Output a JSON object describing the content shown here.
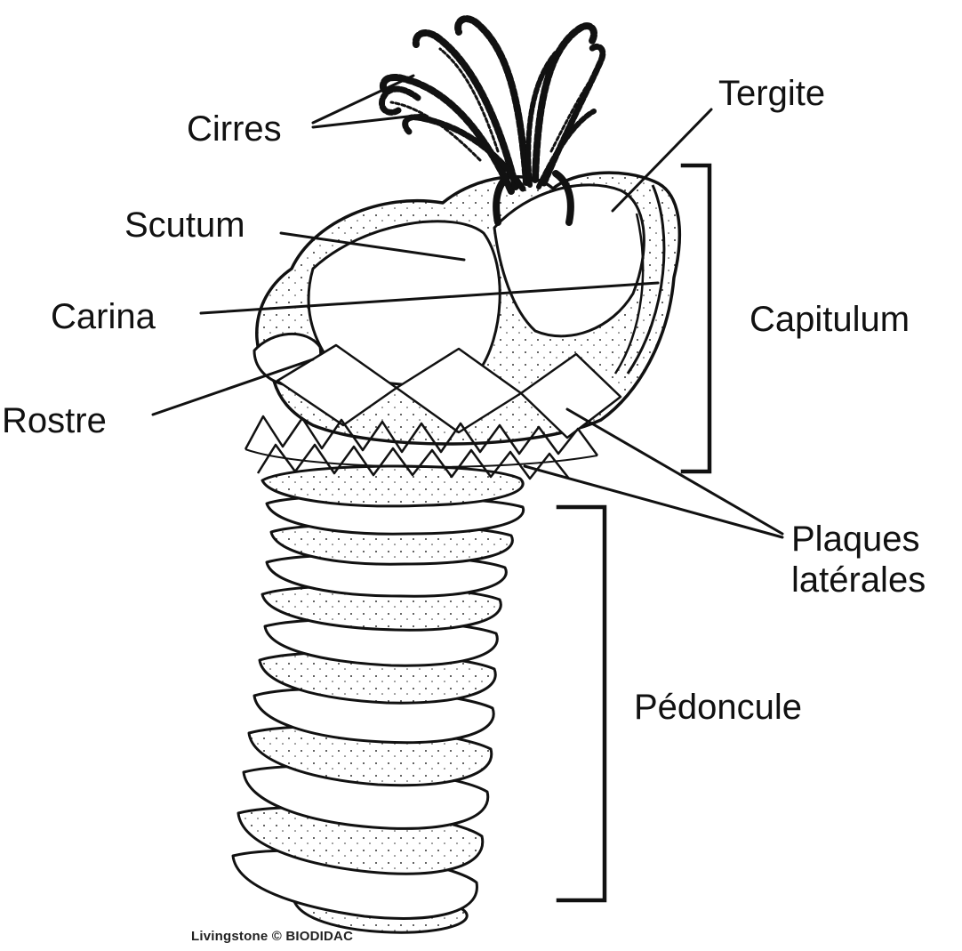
{
  "figure": {
    "type": "anatomical-line-diagram",
    "subject": "gooseneck barnacle (anatomie, étiquettes en français)",
    "ink_color": "#111111",
    "labels": {
      "cirres": "Cirres",
      "tergite": "Tergite",
      "scutum": "Scutum",
      "carina": "Carina",
      "rostre": "Rostre",
      "capitulum": "Capitulum",
      "plaques_laterales": "Plaques latérales",
      "pedoncule": "Pédoncule"
    },
    "credit": "Livingstone © BIODIDAC"
  }
}
